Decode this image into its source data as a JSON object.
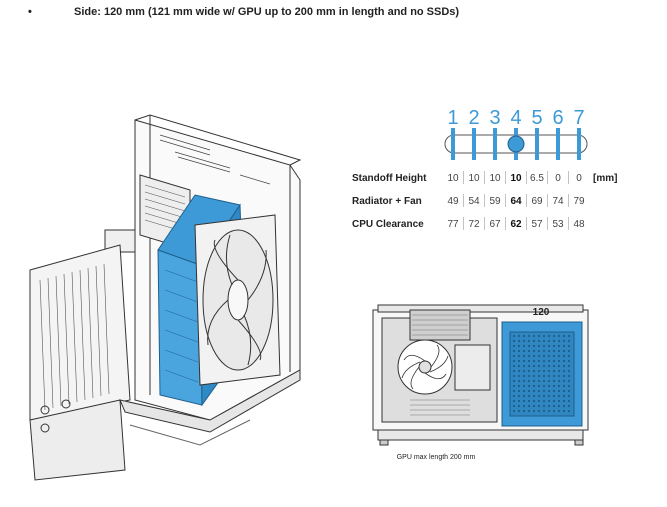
{
  "bullet": {
    "marker": "•",
    "text": "Side: 120 mm (121 mm wide w/ GPU up to 200 mm in length and no SSDs)"
  },
  "standoff": {
    "positions": [
      "1",
      "2",
      "3",
      "4",
      "5",
      "6",
      "7"
    ],
    "selected_index": 3,
    "rows": [
      {
        "label": "Standoff Height",
        "values": [
          "10",
          "10",
          "10",
          "10",
          "6.5",
          "0",
          "0"
        ],
        "unit": "[mm]"
      },
      {
        "label": "Radiator + Fan",
        "values": [
          "49",
          "54",
          "59",
          "64",
          "69",
          "74",
          "79"
        ],
        "unit": ""
      },
      {
        "label": "CPU Clearance",
        "values": [
          "77",
          "72",
          "67",
          "62",
          "57",
          "53",
          "48"
        ],
        "unit": ""
      }
    ]
  },
  "top_view": {
    "radiator_size_label": "120",
    "caption": "GPU max length 200 mm"
  },
  "colors": {
    "accent_blue": "#3d9ad6",
    "line_dark": "#333333",
    "panel_gray": "#d9d9d9"
  }
}
